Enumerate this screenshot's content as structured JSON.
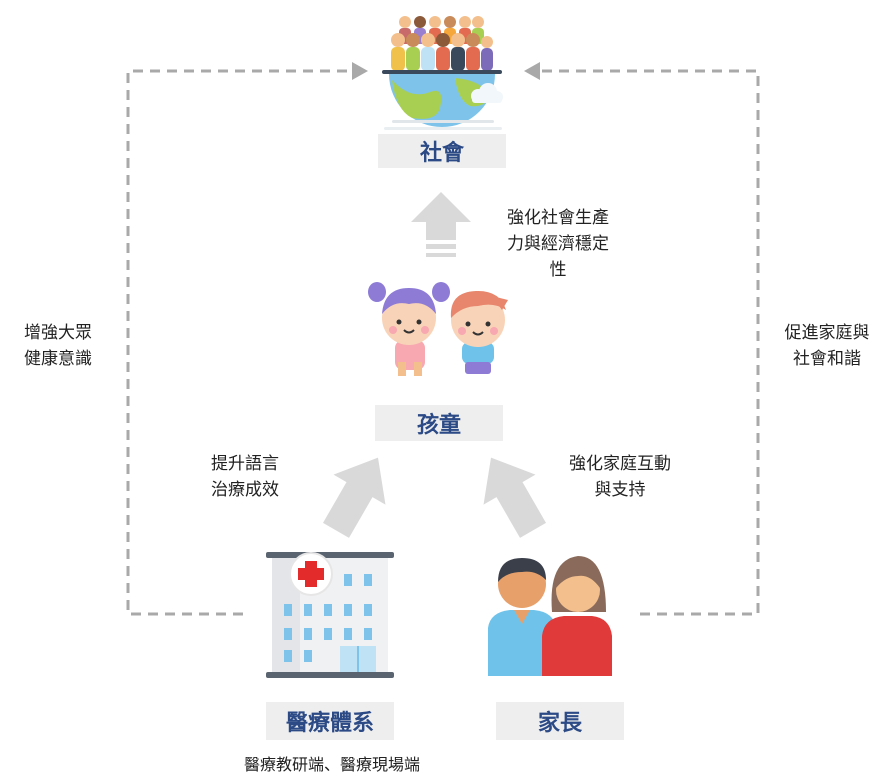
{
  "nodes": {
    "society": "社會",
    "children": "孩童",
    "medical": "醫療體系",
    "parents": "家長"
  },
  "medical_subtitle": "醫療教研端、醫療現場端",
  "edges": {
    "children_to_society": [
      "強化社會生產",
      "力與經濟穩定",
      "性"
    ],
    "medical_to_children": [
      "提升語言",
      "治療成效"
    ],
    "parents_to_children": [
      "強化家庭互動",
      "與支持"
    ],
    "medical_to_society": [
      "增強大眾",
      "健康意識"
    ],
    "parents_to_society": [
      "促進家庭與",
      "社會和諧"
    ]
  },
  "colors": {
    "label_text": "#2b4a86",
    "label_bg": "#eeeeee",
    "arrow": "#d9d9d9",
    "dashed": "#a9a9a9",
    "hospital_cross": "#e32b2b",
    "globe_blue": "#7ec4ea",
    "globe_green": "#a9cf52"
  },
  "icons": [
    "globe-people-icon",
    "children-icon",
    "hospital-icon",
    "parents-icon"
  ]
}
